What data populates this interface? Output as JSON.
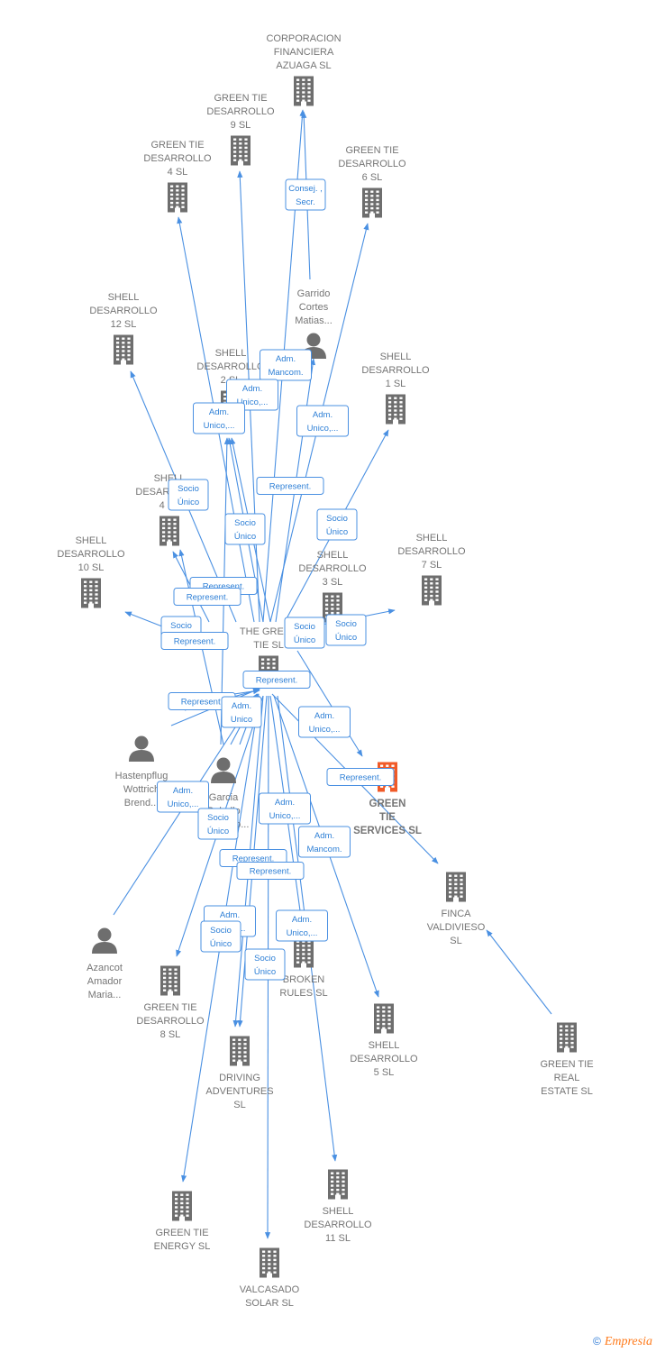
{
  "colors": {
    "edge": "#4a90e2",
    "node": "#6e6e6e",
    "highlight": "#f05a28",
    "label": "#757575"
  },
  "nodes": [
    {
      "id": "corporacion",
      "type": "company",
      "label": [
        "CORPORACION",
        "FINANCIERA",
        "AZUAGA  SL"
      ]
    },
    {
      "id": "gt9",
      "type": "company",
      "label": [
        "GREEN TIE",
        "DESARROLLO",
        "9  SL"
      ]
    },
    {
      "id": "gt4",
      "type": "company",
      "label": [
        "GREEN TIE",
        "DESARROLLO",
        "4  SL"
      ]
    },
    {
      "id": "gt6",
      "type": "company",
      "label": [
        "GREEN TIE",
        "DESARROLLO",
        "6  SL"
      ]
    },
    {
      "id": "sd12",
      "type": "company",
      "label": [
        "SHELL",
        "DESARROLLO",
        "12  SL"
      ]
    },
    {
      "id": "garrido",
      "type": "person",
      "label": [
        "Garrido",
        "Cortes",
        "Matias..."
      ]
    },
    {
      "id": "sd2",
      "type": "company",
      "label": [
        "SHELL",
        "DESARROLLO",
        "2  SL"
      ]
    },
    {
      "id": "sd1",
      "type": "company",
      "label": [
        "SHELL",
        "DESARROLLO",
        "1  SL"
      ]
    },
    {
      "id": "sd4",
      "type": "company",
      "label": [
        "SHELL",
        "DESARROLLO",
        "4  SL"
      ]
    },
    {
      "id": "sd10",
      "type": "company",
      "label": [
        "SHELL",
        "DESARROLLO",
        "10  SL"
      ]
    },
    {
      "id": "sd3",
      "type": "company",
      "label": [
        "SHELL",
        "DESARROLLO",
        "3  SL"
      ]
    },
    {
      "id": "sd7",
      "type": "company",
      "label": [
        "SHELL",
        "DESARROLLO",
        "7  SL"
      ]
    },
    {
      "id": "thegreentie",
      "type": "company",
      "label": [
        "THE GREEN",
        "TIE  SL"
      ]
    },
    {
      "id": "gtservices",
      "type": "company",
      "highlight": true,
      "label": [
        "GREEN",
        "TIE",
        "SERVICES  SL"
      ]
    },
    {
      "id": "hastenpflug",
      "type": "person",
      "label": [
        "Hastenpflug",
        "Wottrich",
        "Brend..."
      ]
    },
    {
      "id": "garcia",
      "type": "person",
      "label": [
        "Garcia",
        "Rebollo",
        "Francisco..."
      ]
    },
    {
      "id": "finca",
      "type": "company",
      "label": [
        "FINCA",
        "VALDIVIESO",
        "SL"
      ]
    },
    {
      "id": "azancot",
      "type": "person",
      "label": [
        "Azancot",
        "Amador",
        "Maria..."
      ]
    },
    {
      "id": "gt8",
      "type": "company",
      "label": [
        "GREEN TIE",
        "DESARROLLO",
        "8  SL"
      ]
    },
    {
      "id": "broken",
      "type": "company",
      "label": [
        "BROKEN",
        "RULES  SL"
      ]
    },
    {
      "id": "sd5",
      "type": "company",
      "label": [
        "SHELL",
        "DESARROLLO",
        "5  SL"
      ]
    },
    {
      "id": "gtreal",
      "type": "company",
      "label": [
        "GREEN TIE",
        "REAL",
        "ESTATE  SL"
      ]
    },
    {
      "id": "driving",
      "type": "company",
      "label": [
        "DRIVING",
        "ADVENTURES",
        "SL"
      ]
    },
    {
      "id": "gtenergy",
      "type": "company",
      "label": [
        "GREEN TIE",
        "ENERGY  SL"
      ]
    },
    {
      "id": "sd11",
      "type": "company",
      "label": [
        "SHELL",
        "DESARROLLO",
        "11  SL"
      ]
    },
    {
      "id": "valcasado",
      "type": "company",
      "label": [
        "VALCASADO",
        "SOLAR  SL"
      ]
    }
  ],
  "role_labels": [
    [
      "Consej. ,",
      "Secr."
    ],
    [
      "Adm.",
      "Mancom."
    ],
    [
      "Adm.",
      "Unico,..."
    ],
    [
      "Adm.",
      "Unico,..."
    ],
    [
      "Adm.",
      "Unico,..."
    ],
    [
      "Represent."
    ],
    [
      "Socio",
      "Único"
    ],
    [
      "Socio",
      "Único"
    ],
    [
      "Socio",
      "Único"
    ],
    [
      "Represent."
    ],
    [
      "Socio",
      "Único"
    ],
    [
      "Represent."
    ],
    [
      "Socio",
      "Único"
    ],
    [
      "Socio",
      "Único"
    ],
    [
      "Represent."
    ],
    [
      "Represent."
    ],
    [
      "Represent."
    ],
    [
      "Adm.",
      "Unico,..."
    ],
    [
      "Adm.",
      "Unico"
    ],
    [
      "Represent."
    ],
    [
      "Adm.",
      "Unico,..."
    ],
    [
      "Adm.",
      "Unico,..."
    ],
    [
      "Socio",
      "Único"
    ],
    [
      "Adm.",
      "Mancom."
    ],
    [
      "Represent."
    ],
    [
      "Represent."
    ],
    [
      "Adm.",
      "Unico,..."
    ],
    [
      "Socio",
      "Único"
    ],
    [
      "Adm.",
      "Unico,..."
    ],
    [
      "Socio",
      "Único"
    ]
  ],
  "footer": {
    "copyright": "©",
    "brand": "Empresia"
  }
}
